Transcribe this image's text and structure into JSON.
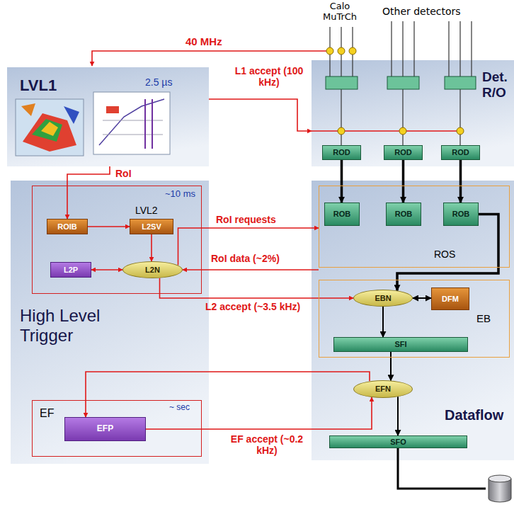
{
  "diagram": {
    "nodes": [
      {
        "text": [
          "LVL1",
          "2.5 µs"
        ]
      },
      {
        "text": [
          "High Level Trigger"
        ]
      },
      {
        "text": [
          "LVL2",
          "~10 ms"
        ],
        "in": 1
      },
      {
        "text": [
          "ROIB"
        ],
        "in": 2
      },
      {
        "text": [
          "L2SV"
        ],
        "in": 2
      },
      {
        "text": [
          "L2P"
        ],
        "in": 2
      },
      {
        "text": [
          "L2N"
        ],
        "in": 2
      },
      {
        "text": [
          "EF",
          "~ sec"
        ],
        "in": 1
      },
      {
        "text": [
          "EFP"
        ],
        "in": 7
      },
      {
        "text": [
          "Det. R/O"
        ]
      },
      {
        "text": [
          "ROD"
        ],
        "in": 9
      },
      {
        "text": [
          "ROD"
        ],
        "in": 9
      },
      {
        "text": [
          "ROD"
        ],
        "in": 9
      },
      {
        "text": [
          "Dataflow"
        ]
      },
      {
        "text": [
          "ROS"
        ],
        "in": 13
      },
      {
        "text": [
          "ROB"
        ],
        "in": 14
      },
      {
        "text": [
          "ROB"
        ],
        "in": 14
      },
      {
        "text": [
          "ROB"
        ],
        "in": 14
      },
      {
        "text": [
          "EB"
        ],
        "in": 13
      },
      {
        "text": [
          "EBN"
        ],
        "in": 18
      },
      {
        "text": [
          "DFM"
        ],
        "in": 18
      },
      {
        "text": [
          "SFI"
        ],
        "in": 18
      },
      {
        "text": [
          "EFN"
        ],
        "in": 13
      },
      {
        "text": [
          "SFO"
        ],
        "in": 13
      }
    ],
    "edges": [
      {
        "from": 0,
        "to": 9,
        "label": "L1 accept (100 kHz)",
        "arrow": "to"
      },
      {
        "from": 0,
        "to": 3,
        "label": "RoI",
        "arrow": "to"
      },
      {
        "from": 3,
        "to": 4,
        "arrow": "to"
      },
      {
        "from": 4,
        "to": 6,
        "arrow": "to"
      },
      {
        "from": 5,
        "to": 6,
        "arrow": "both"
      },
      {
        "from": 6,
        "to": 14,
        "label": "RoI requests",
        "arrow": "to"
      },
      {
        "from": 14,
        "to": 6,
        "label": "RoI data (~2%)",
        "arrow": "to"
      },
      {
        "from": 6,
        "to": 19,
        "label": "L2 accept (~3.5 kHz)",
        "arrow": "to"
      },
      {
        "from": 10,
        "to": 15,
        "arrow": "to"
      },
      {
        "from": 11,
        "to": 16,
        "arrow": "to"
      },
      {
        "from": 12,
        "to": 17,
        "arrow": "to"
      },
      {
        "from": 17,
        "to": 19,
        "arrow": "to"
      },
      {
        "from": 19,
        "to": 20,
        "arrow": "both"
      },
      {
        "from": 19,
        "to": 21,
        "arrow": "to"
      },
      {
        "from": 21,
        "to": 22,
        "arrow": "to"
      },
      {
        "from": 22,
        "to": 8,
        "arrow": "to"
      },
      {
        "from": 8,
        "to": 22,
        "label": "EF accept (~0.2 kHz)",
        "arrow": "to"
      },
      {
        "from": 22,
        "to": 23,
        "arrow": "to"
      }
    ],
    "labels": [
      "40 MHz",
      "Calo MuTrCh",
      "Other detectors"
    ]
  }
}
